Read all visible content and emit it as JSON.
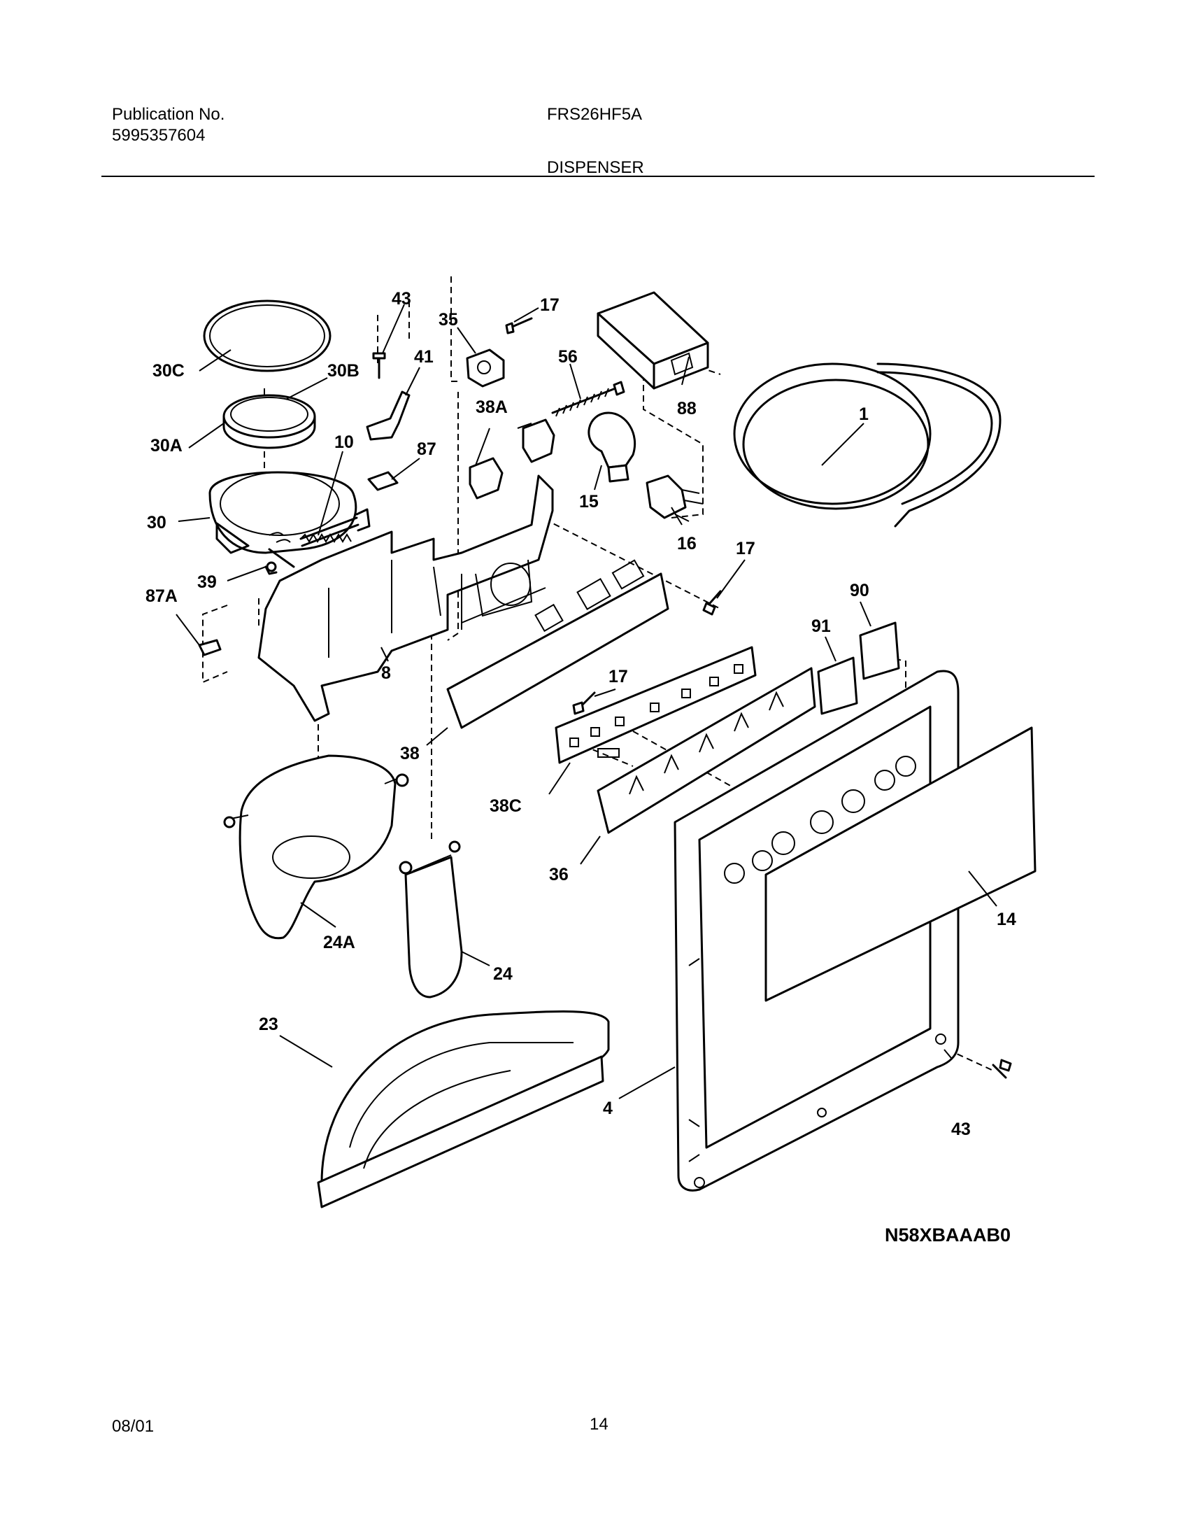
{
  "header": {
    "publication_label": "Publication No.",
    "publication_number": "5995357604",
    "model": "FRS26HF5A",
    "section": "DISPENSER"
  },
  "footer": {
    "date": "08/01",
    "page": "14"
  },
  "diagram_code": "N58XBAAAB0",
  "callouts": {
    "c43a": "43",
    "c17a": "17",
    "c35": "35",
    "c41": "41",
    "c56": "56",
    "c30c": "30C",
    "c30b": "30B",
    "c30a": "30A",
    "c10": "10",
    "c87": "87",
    "c38a": "38A",
    "c88": "88",
    "c1": "1",
    "c15": "15",
    "c16": "16",
    "c30": "30",
    "c39": "39",
    "c17b": "17",
    "c87a": "87A",
    "c90": "90",
    "c91": "91",
    "c8": "8",
    "c17c": "17",
    "c38": "38",
    "c38c": "38C",
    "c36": "36",
    "c24a": "24A",
    "c24": "24",
    "c14": "14",
    "c23": "23",
    "c4": "4",
    "c43b": "43"
  }
}
